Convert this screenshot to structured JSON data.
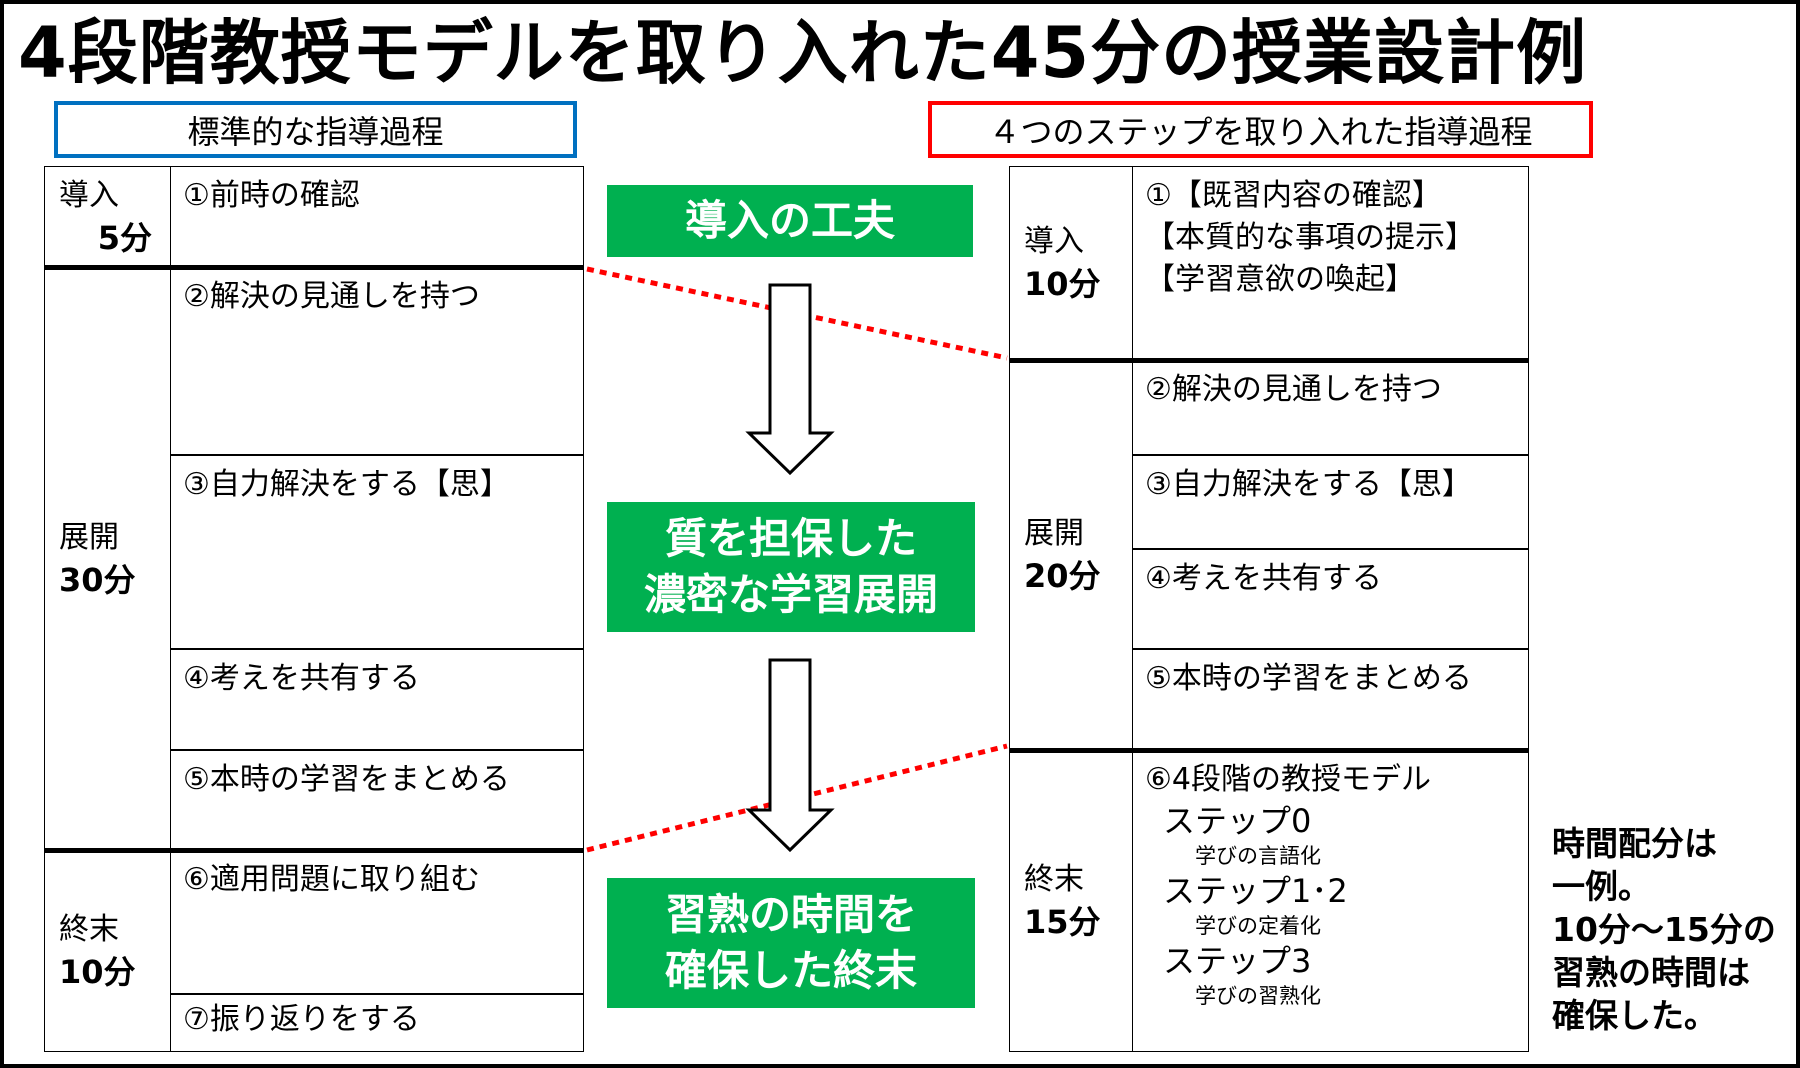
{
  "title": "4段階教授モデルを取り入れた45分の授業設計例",
  "left": {
    "header": "標準的な指導過程",
    "header_color": "#0070c0",
    "phases": [
      {
        "name": "導入",
        "time": "5分"
      },
      {
        "name": "展開",
        "time": "30分"
      },
      {
        "name": "終末",
        "time": "10分"
      }
    ],
    "steps": [
      "①前時の確認",
      "②解決の見通しを持つ",
      "③自力解決をする【思】",
      "④考えを共有する",
      "⑤本時の学習をまとめる",
      "⑥適用問題に取り組む",
      "⑦振り返りをする"
    ]
  },
  "center": {
    "box1": "導入の工夫",
    "box2_line1": "質を担保した",
    "box2_line2": "濃密な学習展開",
    "box3_line1": "習熟の時間を",
    "box3_line2": "確保した終末",
    "green": "#00b050"
  },
  "right": {
    "header": "４つのステップを取り入れた指導過程",
    "header_color": "#ff0000",
    "phases": [
      {
        "name": "導入",
        "time": "10分"
      },
      {
        "name": "展開",
        "time": "20分"
      },
      {
        "name": "終末",
        "time": "15分"
      }
    ],
    "intro_lines": [
      "①【既習内容の確認】",
      "【本質的な事項の提示】",
      "【学習意欲の喚起】"
    ],
    "steps": [
      "②解決の見通しを持つ",
      "③自力解決をする【思】",
      "④考えを共有する",
      "⑤本時の学習をまとめる"
    ],
    "final": {
      "heading": "⑥4段階の教授モデル",
      "items": [
        {
          "step": "ステップ0",
          "desc": "学びの言語化"
        },
        {
          "step": "ステップ1･2",
          "desc": "学びの定着化"
        },
        {
          "step": "ステップ3",
          "desc": "学びの習熟化"
        }
      ]
    }
  },
  "note": [
    "時間配分は",
    "一例。",
    "10分～15分の",
    "習熟の時間は",
    "確保した。"
  ]
}
